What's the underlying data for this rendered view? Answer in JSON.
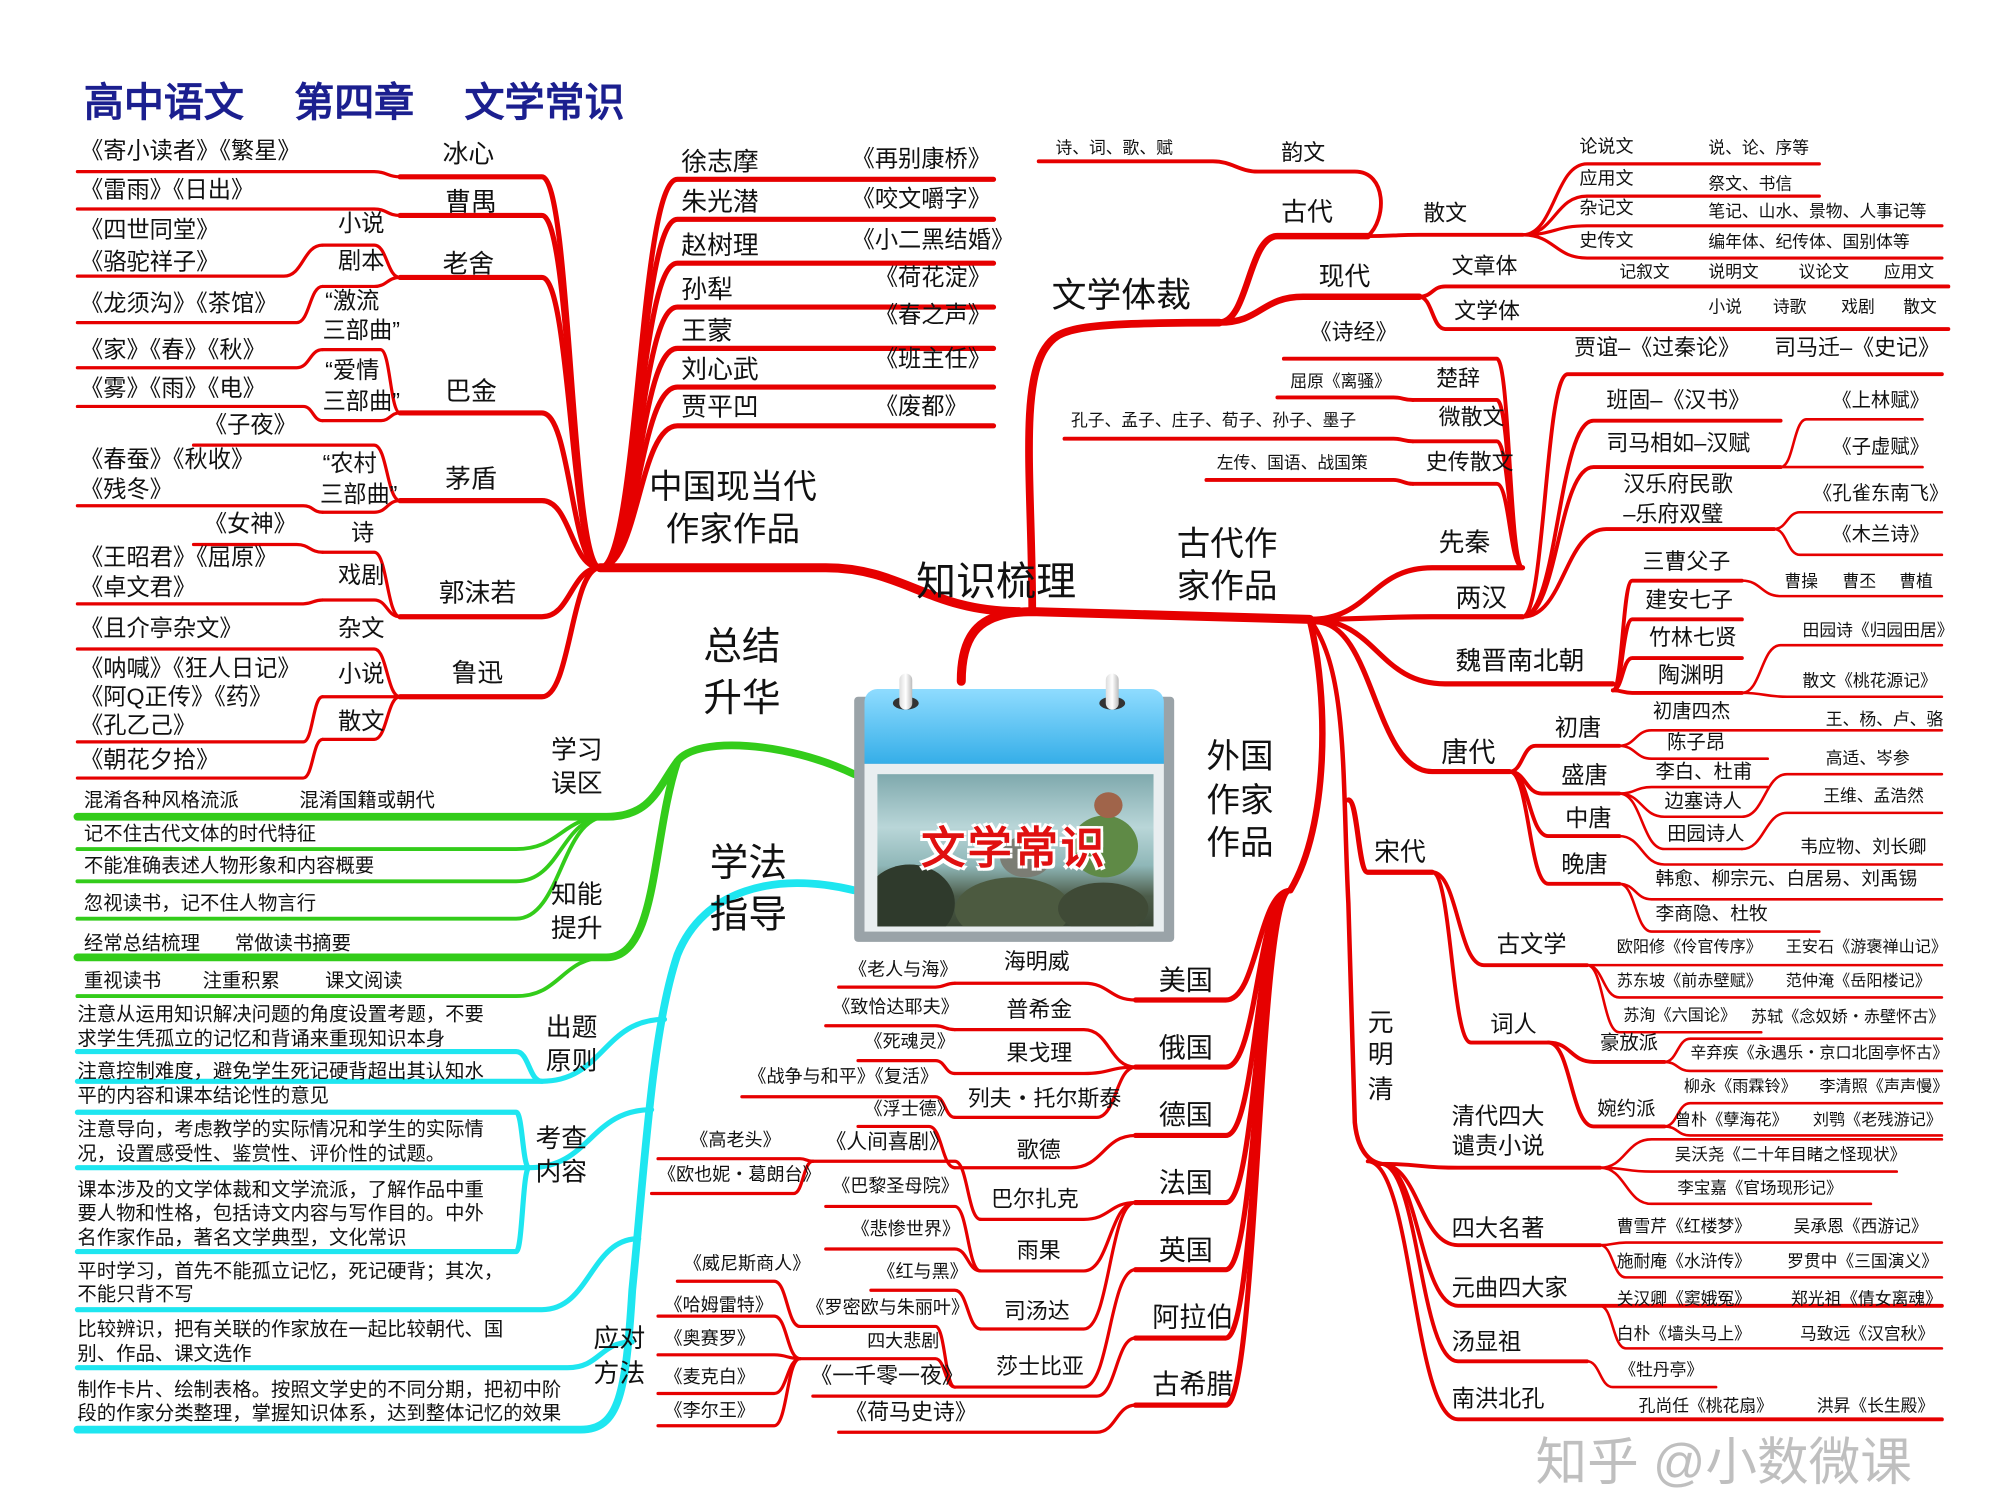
{
  "title": [
    "高中语文",
    "第四章",
    "文学常识"
  ],
  "calendar_title": "文学常识",
  "hubs": {
    "knowledge": "知识梳理",
    "summary": [
      "总结",
      "升华"
    ],
    "method": [
      "学法",
      "指导"
    ]
  },
  "colors": {
    "branch_red": "#e60000",
    "branch_green": "#33cc1a",
    "branch_cyan": "#1ee6f0",
    "title_navy": "#1b1f8f"
  },
  "modern": {
    "label": [
      "中国现当代",
      "作家作品"
    ],
    "bingxin": {
      "name": "冰心",
      "works": "《寄小读者》《繁星》"
    },
    "caoyu": {
      "name": "曹禺",
      "works": "《雷雨》《日出》"
    },
    "laoshe": {
      "name": "老舍",
      "genres": [
        "小说",
        "剧本"
      ],
      "novels": [
        "《四世同堂》",
        "《骆驼祥子》"
      ],
      "plays": "《龙须沟》《茶馆》"
    },
    "bajin": {
      "name": "巴金",
      "torrent": [
        "“激流",
        "三部曲”"
      ],
      "torrent_works": "《家》《春》《秋》",
      "love": [
        "“爱情",
        "三部曲”"
      ],
      "love_works": "《雾》《雨》《电》"
    },
    "maodun": {
      "name": "茅盾",
      "ziye": "《子夜》",
      "rural": [
        "“农村",
        "三部曲”"
      ],
      "rural_works": [
        "《春蚕》《秋收》",
        "《残冬》"
      ]
    },
    "guomoruo": {
      "name": "郭沫若",
      "poem": "诗",
      "poem_works": "《女神》",
      "drama": "戏剧",
      "drama_works": [
        "《王昭君》《屈原》",
        "《卓文君》"
      ]
    },
    "luxun": {
      "name": "鲁迅",
      "zawen": "杂文",
      "zawen_works": "《且介亭杂文》",
      "novel": "小说",
      "novel_works": [
        "《呐喊》《狂人日记》",
        "《阿Q正传》《药》",
        "《孔乙己》"
      ],
      "prose": "散文",
      "prose_works": "《朝花夕拾》"
    },
    "others": [
      {
        "name": "徐志摩",
        "work": "《再别康桥》"
      },
      {
        "name": "朱光潜",
        "work": "《咬文嚼字》"
      },
      {
        "name": "赵树理",
        "work": "《小二黑结婚》"
      },
      {
        "name": "孙犁",
        "work": "《荷花淀》"
      },
      {
        "name": "王蒙",
        "work": "《春之声》"
      },
      {
        "name": "刘心武",
        "work": "《班主任》"
      },
      {
        "name": "贾平凹",
        "work": "《废都》"
      }
    ]
  },
  "summary": {
    "pitfalls": {
      "label": [
        "学习",
        "误区"
      ],
      "items": [
        "混淆各种风格流派",
        "混淆国籍或朝代",
        "记不住古代文体的时代特征",
        "不能准确表述人物形象和内容概要",
        "忽视读书，记不住人物言行"
      ]
    },
    "improve": {
      "label": [
        "知能",
        "提升"
      ],
      "items": [
        "经常总结梳理",
        "常做读书摘要",
        "重视读书",
        "注重积累",
        "课文阅读"
      ]
    }
  },
  "method": {
    "principles": {
      "label": [
        "出题",
        "原则"
      ],
      "items": [
        [
          "注意从运用知识解决问题的角度设置考题，不要",
          "求学生凭孤立的记忆和背诵来重现知识本身"
        ],
        [
          "注意控制难度，避免学生死记硬背超出其认知水",
          "平的内容和课本结论性的意见"
        ]
      ]
    },
    "content": {
      "label": [
        "考查",
        "内容"
      ],
      "items": [
        [
          "注意导向，考虑教学的实际情况和学生的实际情",
          "况，设置感受性、鉴赏性、评价性的试题。"
        ],
        [
          "课本涉及的文学体裁和文学流派，了解作品中重",
          "要人物和性格，包括诗文内容与写作目的。中外",
          "名作家作品，著名文学典型，文化常识"
        ]
      ]
    },
    "strategy": {
      "label": [
        "应对",
        "方法"
      ],
      "items": [
        [
          "平时学习，首先不能孤立记忆，死记硬背；其次，",
          "不能只背不写"
        ],
        [
          "比较辨识，把有关联的作家放在一起比较朝代、国",
          "别、作品、课文选作"
        ],
        [
          "制作卡片、绘制表格。按照文学史的不同分期，把初中阶",
          "段的作家分类整理，掌握知识体系，达到整体记忆的效果"
        ]
      ]
    }
  },
  "foreign": {
    "label": [
      "外国",
      "作家",
      "作品"
    ],
    "usa": {
      "name": "美国",
      "author": "海明威",
      "work": "《老人与海》"
    },
    "russia": {
      "name": "俄国",
      "authors": [
        "普希金",
        "果戈理",
        "列夫・托尔斯泰"
      ],
      "works": [
        "《致恰达耶夫》",
        "《死魂灵》",
        "《战争与和平》《复活》"
      ]
    },
    "germany": {
      "name": "德国",
      "author": "歌德",
      "work": "《浮士德》"
    },
    "france": {
      "name": "法国",
      "authors": [
        "巴尔扎克",
        "雨果",
        "司汤达"
      ],
      "balzac_works": [
        "《人间喜剧》",
        "《高老头》",
        "《欧也妮・葛朗台》"
      ],
      "hugo_works": [
        "《巴黎圣母院》",
        "《悲惨世界》"
      ],
      "stendhal_work": "《红与黑》"
    },
    "england": {
      "name": "英国",
      "author": "莎士比亚",
      "works": [
        "《罗密欧与朱丽叶》",
        "《威尼斯商人》"
      ],
      "tragedies": "四大悲剧",
      "tragedy_works": [
        "《哈姆雷特》",
        "《奥赛罗》",
        "《麦克白》",
        "《李尔王》"
      ]
    },
    "arabia": {
      "name": "阿拉伯",
      "work": "《一千零一夜》"
    },
    "greece": {
      "name": "古希腊",
      "work": "《荷马史诗》"
    }
  },
  "genres": {
    "label": "文学体裁",
    "ancient": {
      "label": "古代",
      "verse": "韵文",
      "verse_items": "诗、词、歌、赋",
      "prose": "散文",
      "types": [
        [
          "论说文",
          "说、论、序等"
        ],
        [
          "应用文",
          "祭文、书信"
        ],
        [
          "杂记文",
          "笔记、山水、景物、人事记等"
        ],
        [
          "史传文",
          "编年体、纪传体、国别体等"
        ]
      ]
    },
    "modern": {
      "label": "现代",
      "essay": "文章体",
      "essay_items": [
        "记叙文",
        "说明文",
        "议论文",
        "应用文"
      ],
      "literary": "文学体",
      "literary_items": [
        "小说",
        "诗歌",
        "戏剧",
        "散文"
      ]
    }
  },
  "ancient": {
    "label": [
      "古代作",
      "家作品"
    ],
    "preqin": {
      "label": "先秦",
      "shijing": "《诗经》",
      "chuci": "楚辞",
      "chuci_works": "屈原《离骚》",
      "prose": "微散文",
      "prose_works": "孔子、孟子、庄子、荀子、孙子、墨子",
      "history": "史传散文",
      "history_works": "左传、国语、战国策"
    },
    "han": {
      "label": "两汉",
      "items": [
        "贾谊–《过秦论》",
        "司马迁–《史记》",
        "班固–《汉书》",
        "司马相如–汉赋",
        "《上林赋》",
        "《子虚赋》"
      ],
      "yuefu": [
        "汉乐府民歌",
        "–乐府双璧"
      ],
      "yuefu_works": [
        "《孔雀东南飞》",
        "《木兰诗》"
      ]
    },
    "weijin": {
      "label": "魏晋南北朝",
      "groups": [
        "三曹父子",
        "建安七子",
        "竹林七贤",
        "陶渊明"
      ],
      "cao": [
        "曹操",
        "曹丕",
        "曹植"
      ],
      "tao": [
        "田园诗《归园田居》",
        "散文《桃花源记》"
      ]
    },
    "tang": {
      "label": "唐代",
      "periods": [
        "初唐",
        "盛唐",
        "中唐",
        "晚唐"
      ],
      "poets": [
        "初唐四杰",
        "陈子昂",
        "李白、杜甫",
        "边塞诗人",
        "田园诗人"
      ],
      "names": [
        "王、杨、卢、骆",
        "高适、岑参",
        "王维、孟浩然",
        "韦应物、刘长卿",
        "韩愈、柳宗元、白居易、刘禹锡",
        "李商隐、杜牧"
      ]
    },
    "song": {
      "label": "宋代",
      "prose": "古文学",
      "prose_works": [
        "欧阳修《伶官传序》",
        "王安石《游褒禅山记》",
        "苏东坡《前赤壁赋》",
        "范仲淹《岳阳楼记》",
        "苏洵《六国论》"
      ],
      "ci": "词人",
      "bold": "豪放派",
      "bold_works": [
        "苏轼《念奴娇・赤壁怀古》",
        "辛弃疾《永遇乐・京口北固亭怀古》"
      ],
      "graceful": "婉约派",
      "graceful_works": [
        "柳永《雨霖铃》",
        "李清照《声声慢》"
      ]
    },
    "ymq": {
      "label": [
        "元",
        "明",
        "清"
      ],
      "condemn": {
        "label": [
          "清代四大",
          "谴责小说"
        ],
        "works": [
          "曾朴《孽海花》",
          "刘鹗《老残游记》",
          "吴沃尧《二十年目睹之怪现状》",
          "李宝嘉《官场现形记》"
        ]
      },
      "classics": {
        "label": "四大名著",
        "works": [
          "曹雪芹《红楼梦》",
          "吴承恩《西游记》",
          "施耐庵《水浒传》",
          "罗贯中《三国演义》"
        ]
      },
      "yuanqu": {
        "label": "元曲四大家",
        "works": [
          "关汉卿《窦娥冤》",
          "郑光祖《倩女离魂》",
          "白朴《墙头马上》",
          "马致远《汉宫秋》"
        ]
      },
      "tangxianzu": {
        "label": "汤显祖",
        "works": [
          "《牡丹亭》"
        ]
      },
      "hongkong": {
        "label": "南洪北孔",
        "works": [
          "孔尚任《桃花扇》",
          "洪昇《长生殿》"
        ]
      }
    }
  },
  "watermark": "知乎 @小数微课"
}
